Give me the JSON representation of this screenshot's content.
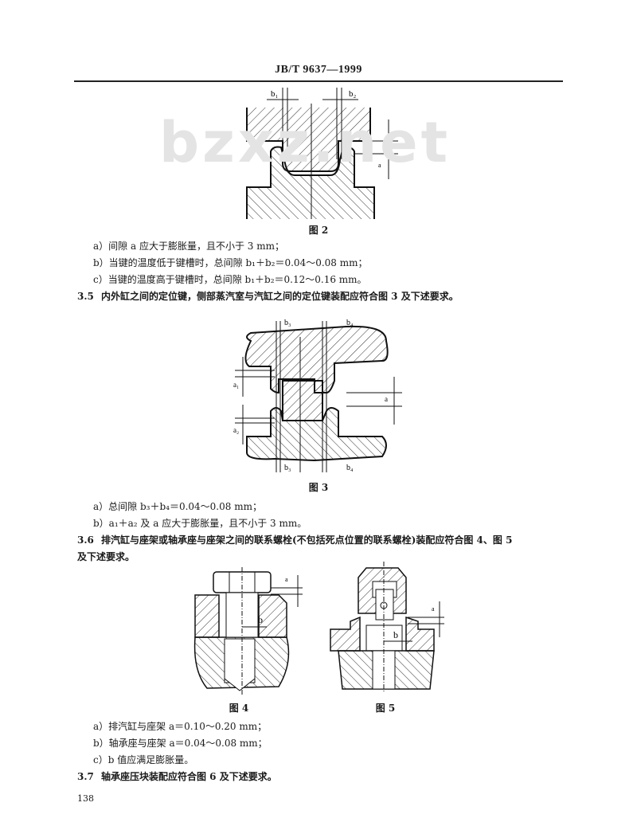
{
  "header": {
    "standard_code": "JB/T 9637—1999"
  },
  "watermark": "bzxz.net",
  "figures": {
    "fig2": {
      "caption": "图 2",
      "labels": [
        "b1",
        "b2",
        "a",
        "a"
      ]
    },
    "fig3": {
      "caption": "图 3",
      "labels": [
        "b3",
        "b4",
        "a1",
        "a",
        "a2",
        "b3",
        "b4"
      ]
    },
    "fig4": {
      "caption": "图 4",
      "labels": [
        "a",
        "b"
      ]
    },
    "fig5": {
      "caption": "图 5",
      "labels": [
        "a",
        "b"
      ]
    }
  },
  "sections": {
    "fig2_items": {
      "a": "a）间隙 a 应大于膨胀量，且不小于 3 mm；",
      "b": "b）当键的温度低于键槽时，总间隙 b₁＋b₂＝0.04～0.08 mm；",
      "c": "c）当键的温度高于键槽时，总间隙 b₁＋b₂＝0.12～0.16 mm。"
    },
    "s35": {
      "number": "3.5",
      "text": "内外缸之间的定位键，侧部蒸汽室与汽缸之间的定位键装配应符合图 3 及下述要求。"
    },
    "fig3_items": {
      "a": "a）总间隙 b₃＋b₄＝0.04～0.08 mm；",
      "b": "b）a₁＋a₂ 及 a 应大于膨胀量，且不小于 3 mm。"
    },
    "s36": {
      "number": "3.6",
      "text_line1": "排汽缸与座架或轴承座与座架之间的联系螺栓(不包括死点位置的联系螺栓)装配应符合图 4、图 5",
      "text_line2": "及下述要求。"
    },
    "fig45_items": {
      "a": "a）排汽缸与座架 a＝0.10～0.20 mm；",
      "b": "b）轴承座与座架 a＝0.04～0.08 mm；",
      "c": "c）b 值应满足膨胀量。"
    },
    "s37": {
      "number": "3.7",
      "text": "轴承座压块装配应符合图 6 及下述要求。"
    }
  },
  "page_number": "138"
}
